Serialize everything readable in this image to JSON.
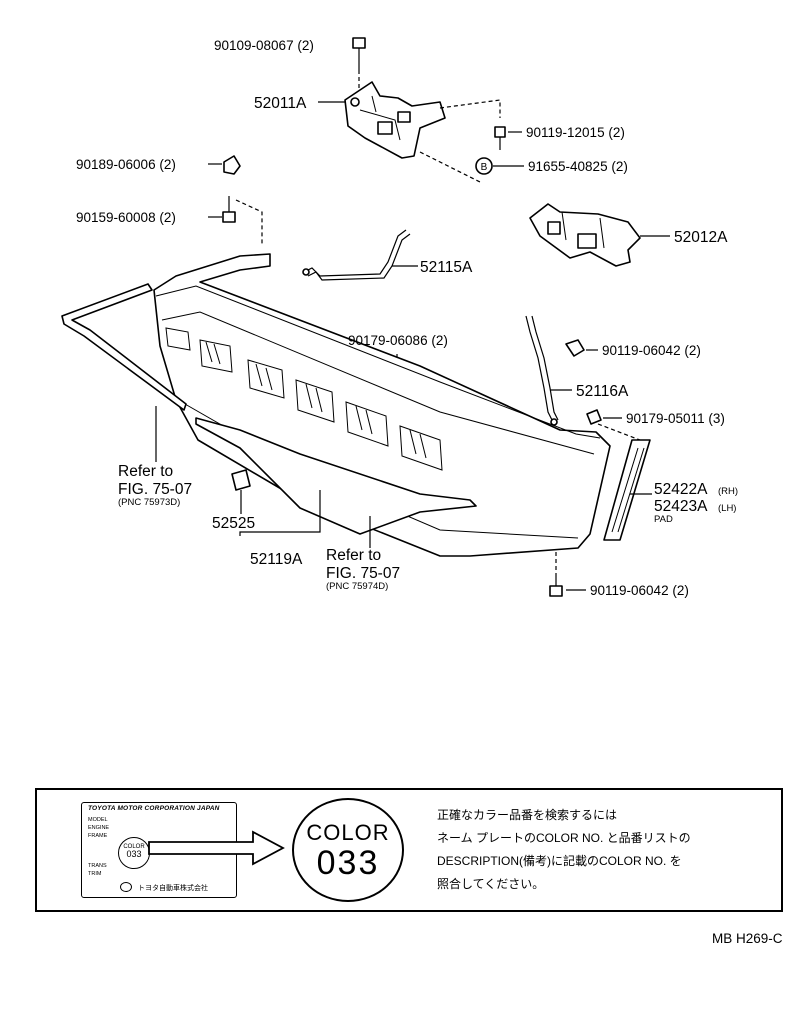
{
  "parts": {
    "p_90109": "90109-08067 (2)",
    "p_52011A": "52011A",
    "p_90119_12015": "90119-12015 (2)",
    "p_91655": "91655-40825 (2)",
    "p_90189": "90189-06006 (2)",
    "p_90159": "90159-60008 (2)",
    "p_52012A": "52012A",
    "p_52115A": "52115A",
    "p_90179_06086": "90179-06086 (2)",
    "p_90119_06042_top": "90119-06042 (2)",
    "p_52116A": "52116A",
    "p_90179_05011": "90179-05011 (3)",
    "p_52422A": "52422A",
    "p_52422A_side": "(RH)",
    "p_52423A": "52423A",
    "p_52423A_side": "(LH)",
    "pad": "PAD",
    "p_52525": "52525",
    "p_52119A": "52119A",
    "p_90119_06042_bottom": "90119-06042 (2)",
    "washer_mark": "B"
  },
  "refs": {
    "left": {
      "line1": "Refer to",
      "line2": "FIG. 75-07",
      "line3": "(PNC 75973D)"
    },
    "center": {
      "line1": "Refer to",
      "line2": "FIG. 75-07",
      "line3": "(PNC 75974D)"
    }
  },
  "note": {
    "plate_title": "TOYOTA MOTOR CORPORATION  JAPAN",
    "plate_lines": [
      "MODEL",
      "ENGINE",
      "FRAME",
      "TRANS",
      "TRIM"
    ],
    "plate_color_word": "COLOR",
    "plate_color_num": "033",
    "plate_maker": "トヨタ自動車株式会社",
    "big_color_word": "COLOR",
    "big_color_num": "033",
    "text_lines": [
      "正確なカラー品番を検索するには",
      "ネーム プレートのCOLOR NO. と品番リストの",
      "DESCRIPTION(備考)に記載のCOLOR NO. を",
      "照合してください。"
    ]
  },
  "ref_code": "MB H269-C"
}
